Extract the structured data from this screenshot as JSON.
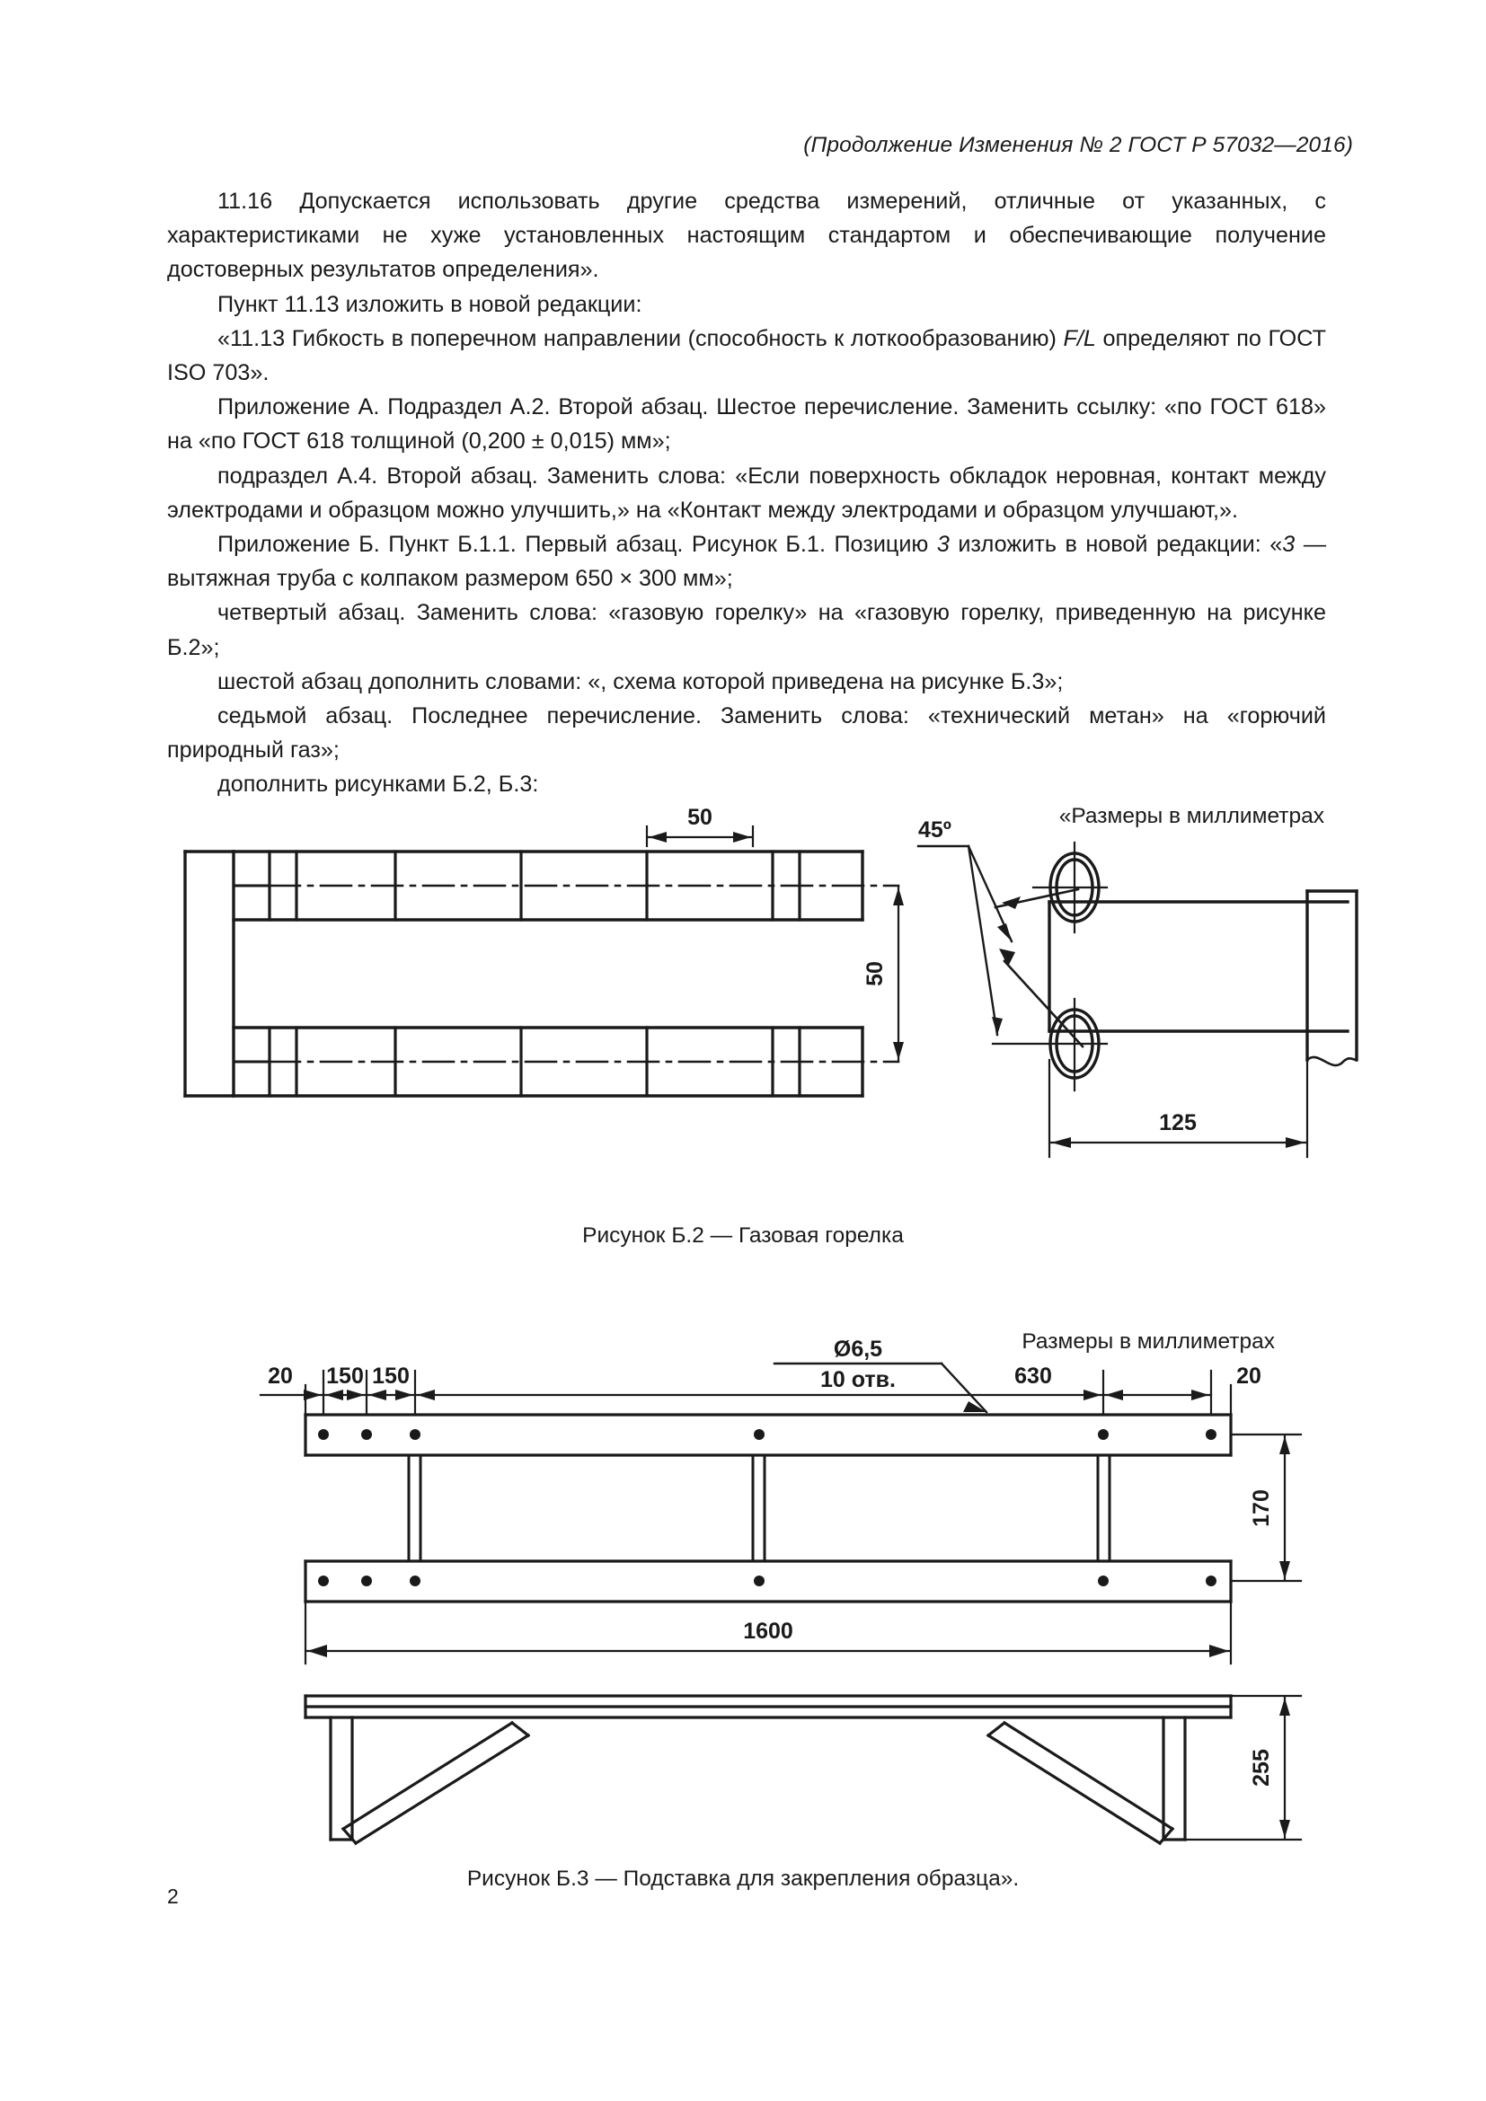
{
  "running_head": "(Продолжение Изменения № 2 ГОСТ Р 57032—2016)",
  "page_number": "2",
  "paragraphs": [
    "11.16 Допускается использовать другие средства измерений, отличные от указанных, с характеристиками не хуже установленных настоящим стандартом и обеспечивающие получение достоверных результатов определения».",
    "Пункт 11.13 изложить в новой редакции:",
    "«11.13 Гибкость в поперечном направлении (способность к лоткообразованию) F/L определяют по ГОСТ ISO 703».",
    "Приложение А. Подраздел А.2. Второй абзац. Шестое перечисление. Заменить ссылку: «по ГОСТ 618» на «по ГОСТ 618 толщиной (0,200 ± 0,015) мм»;",
    "подраздел А.4. Второй абзац. Заменить слова: «Если поверхность обкладок неровная, контакт между электродами и образцом можно улучшить,» на «Контакт между электродами и образцом улучшают,».",
    "Приложение Б. Пункт Б.1.1. Первый абзац. Рисунок Б.1. Позицию 3 изложить в новой редакции: «3 — вытяжная труба с колпаком размером 650 × 300 мм»;",
    "четвертый абзац. Заменить слова: «газовую горелку» на «газовую горелку, приведенную на рисунке Б.2»;",
    "шестой абзац дополнить словами: «, схема которой приведена на рисунке Б.3»;",
    "седьмой абзац. Последнее перечисление. Заменить слова: «технический метан» на «горючий природный газ»;",
    "дополнить рисунками Б.2, Б.3:"
  ],
  "paragraph_3_italic": "F/L",
  "paragraph_6_italic": "3",
  "figure_b2": {
    "units_label": "«Размеры в миллиметрах",
    "caption": "Рисунок Б.2 — Газовая горелка",
    "dimensions": {
      "slot_width": "50",
      "arm_spacing": "50",
      "nozzle_angle": "45º",
      "nozzle_offset": "125"
    }
  },
  "figure_b3": {
    "units_label": "Размеры в миллиметрах",
    "caption": "Рисунок Б.3 — Подставка для закрепления образца».",
    "dimensions": {
      "end_margin_left": "20",
      "pitch_1": "150",
      "pitch_2": "150",
      "hole_spec_dia": "Ø6,5",
      "hole_spec_count": "10 отв.",
      "span_right": "630",
      "end_margin_right": "20",
      "rail_gap": "170",
      "total_length": "1600",
      "stand_height": "255"
    }
  }
}
